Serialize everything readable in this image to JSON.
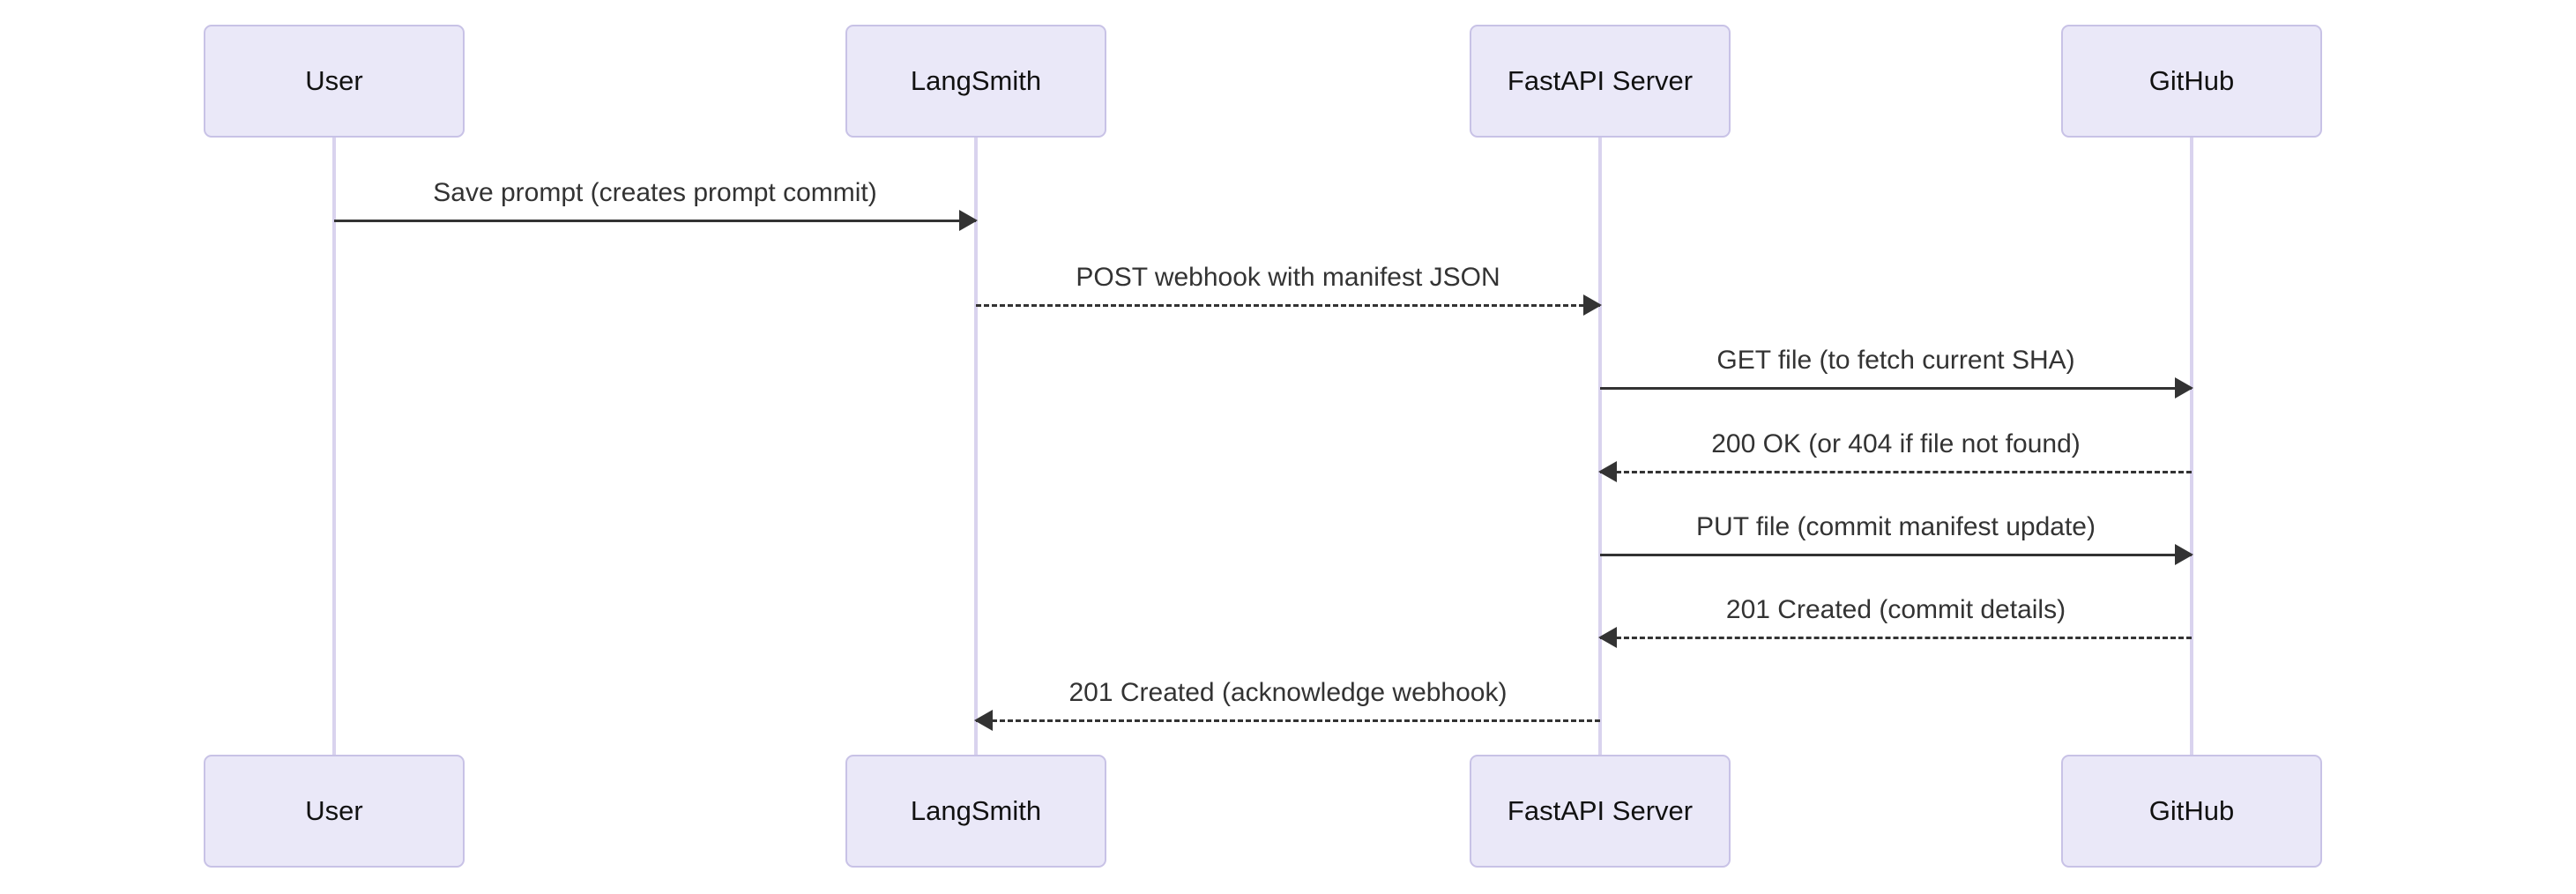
{
  "diagram": {
    "type": "sequence-diagram",
    "background": "#FFFFFF",
    "actors": [
      {
        "id": "user",
        "label": "User"
      },
      {
        "id": "langsmith",
        "label": "LangSmith"
      },
      {
        "id": "fastapi",
        "label": "FastAPI Server"
      },
      {
        "id": "github",
        "label": "GitHub"
      }
    ],
    "messages": [
      {
        "from": "User",
        "to": "LangSmith",
        "label": "Save prompt (creates prompt commit)",
        "line": "solid",
        "direction": "right"
      },
      {
        "from": "LangSmith",
        "to": "FastAPI Server",
        "label": "POST webhook with manifest JSON",
        "line": "dashed",
        "direction": "right"
      },
      {
        "from": "FastAPI Server",
        "to": "GitHub",
        "label": "GET file (to fetch current SHA)",
        "line": "solid",
        "direction": "right"
      },
      {
        "from": "GitHub",
        "to": "FastAPI Server",
        "label": "200 OK (or 404 if file not found)",
        "line": "dashed",
        "direction": "left"
      },
      {
        "from": "FastAPI Server",
        "to": "GitHub",
        "label": "PUT file (commit manifest update)",
        "line": "solid",
        "direction": "right"
      },
      {
        "from": "GitHub",
        "to": "FastAPI Server",
        "label": "201 Created (commit details)",
        "line": "dashed",
        "direction": "left"
      },
      {
        "from": "FastAPI Server",
        "to": "LangSmith",
        "label": "201 Created (acknowledge webhook)",
        "line": "dashed",
        "direction": "left"
      }
    ],
    "colors": {
      "actor_fill": "#EAE8F8",
      "actor_border": "#C8C2E6",
      "lifeline": "#D9D3EE",
      "arrow": "#333333",
      "message_text": "#333333",
      "background": "#FFFFFF"
    }
  }
}
